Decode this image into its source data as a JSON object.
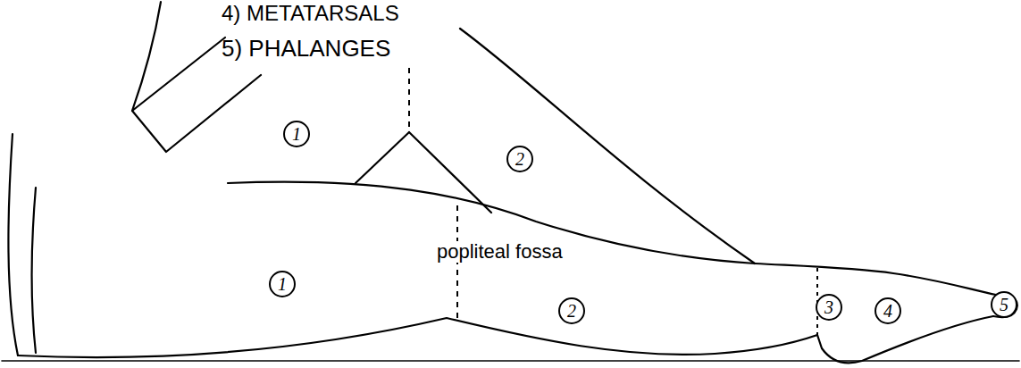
{
  "diagram": {
    "nodes": [
      {
        "text": [
          "1"
        ]
      },
      {
        "text": [
          "2"
        ]
      },
      {
        "text": [
          "1"
        ]
      },
      {
        "text": [
          "2"
        ]
      },
      {
        "text": [
          "3"
        ]
      },
      {
        "text": [
          "4"
        ]
      },
      {
        "text": [
          "5"
        ]
      }
    ],
    "labels": [
      "4) METATARSALS",
      "5) PHALANGES",
      "popliteal fossa"
    ]
  }
}
